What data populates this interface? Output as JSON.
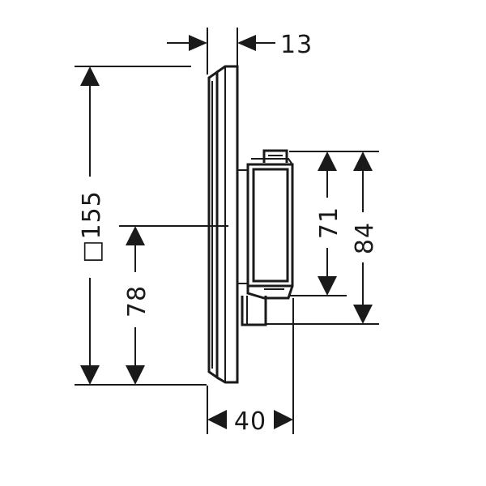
{
  "drawing": {
    "dimensions": {
      "top_width": "13",
      "plate_size": "□155",
      "center_height": "78",
      "module_height": "71",
      "module_total_height": "84",
      "depth": "40"
    },
    "line_color": "#1a1a1a",
    "background": "#ffffff"
  }
}
